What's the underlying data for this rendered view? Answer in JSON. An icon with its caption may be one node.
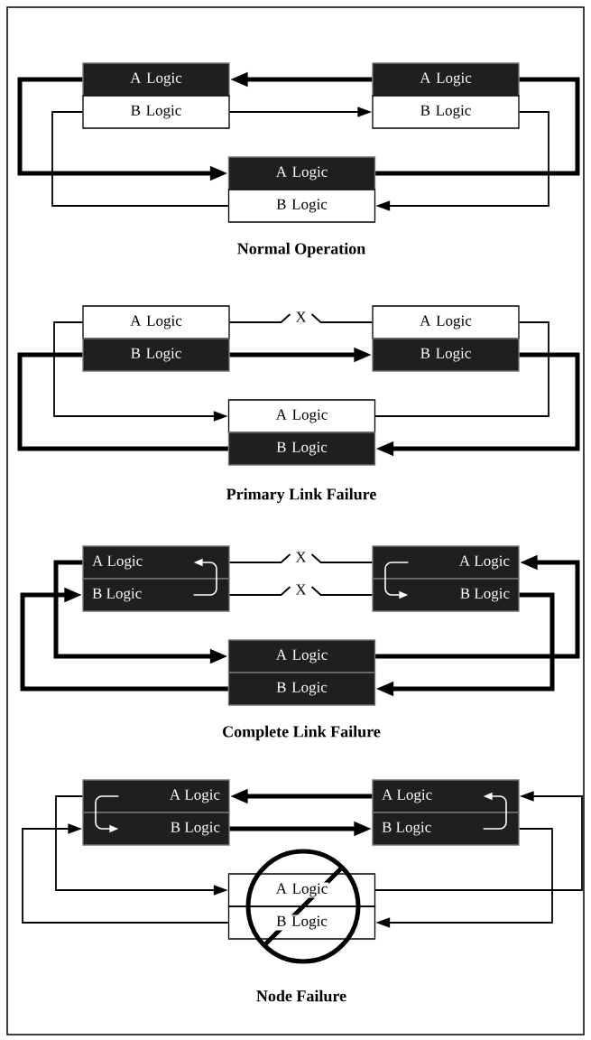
{
  "diagram": {
    "nodes": [
      {
        "text": [
          "A Logic"
        ]
      },
      {
        "text": [
          "B Logic"
        ]
      },
      {
        "text": [
          "A Logic"
        ]
      },
      {
        "text": [
          "B Logic"
        ]
      },
      {
        "text": [
          "A Logic"
        ]
      },
      {
        "text": [
          "B Logic"
        ]
      },
      {
        "text": [
          "A Logic"
        ]
      },
      {
        "text": [
          "B Logic"
        ]
      },
      {
        "text": [
          "A Logic"
        ]
      },
      {
        "text": [
          "B Logic"
        ]
      },
      {
        "text": [
          "A Logic"
        ]
      },
      {
        "text": [
          "B Logic"
        ]
      },
      {
        "text": [
          "A Logic"
        ]
      },
      {
        "text": [
          "B Logic"
        ]
      },
      {
        "text": [
          "A Logic"
        ]
      },
      {
        "text": [
          "B Logic"
        ]
      },
      {
        "text": [
          "A Logic"
        ]
      },
      {
        "text": [
          "B Logic"
        ]
      },
      {
        "text": [
          "A Logic"
        ]
      },
      {
        "text": [
          "B Logic"
        ]
      },
      {
        "text": [
          "A Logic"
        ]
      },
      {
        "text": [
          "B Logic"
        ]
      },
      {
        "text": [
          "A Logic"
        ]
      },
      {
        "text": [
          "B Logic"
        ]
      }
    ],
    "edges": [
      {
        "from": 2,
        "to": 0,
        "arrow": "to",
        "style": "thick"
      },
      {
        "from": 1,
        "to": 3,
        "arrow": "to"
      },
      {
        "from": 0,
        "to": 4,
        "arrow": "to",
        "style": "thick"
      },
      {
        "from": 4,
        "to": 2,
        "arrow": "none",
        "style": "thick"
      },
      {
        "from": 3,
        "to": 5,
        "arrow": "to"
      },
      {
        "from": 5,
        "to": 1,
        "arrow": "none"
      },
      {
        "from": 6,
        "to": 8,
        "arrow": "none",
        "label": "X"
      },
      {
        "from": 7,
        "to": 9,
        "arrow": "to",
        "style": "thick"
      },
      {
        "from": 9,
        "to": 11,
        "arrow": "to",
        "style": "thick"
      },
      {
        "from": 11,
        "to": 7,
        "arrow": "none",
        "style": "thick"
      },
      {
        "from": 6,
        "to": 10,
        "arrow": "to"
      },
      {
        "from": 10,
        "to": 8,
        "arrow": "none"
      },
      {
        "from": 12,
        "to": 14,
        "arrow": "none",
        "label": "X"
      },
      {
        "from": 13,
        "to": 15,
        "arrow": "none",
        "label": "X"
      },
      {
        "from": 13,
        "to": 12,
        "arrow": "to",
        "color": "#ffffff"
      },
      {
        "from": 14,
        "to": 15,
        "arrow": "to",
        "color": "#ffffff"
      },
      {
        "from": 12,
        "to": 16,
        "arrow": "to",
        "style": "thick"
      },
      {
        "from": 16,
        "to": 14,
        "arrow": "to",
        "style": "thick"
      },
      {
        "from": 15,
        "to": 17,
        "arrow": "to",
        "style": "thick"
      },
      {
        "from": 17,
        "to": 13,
        "arrow": "to",
        "style": "thick"
      },
      {
        "from": 20,
        "to": 18,
        "arrow": "to",
        "style": "thick"
      },
      {
        "from": 19,
        "to": 21,
        "arrow": "to",
        "style": "thick"
      },
      {
        "from": 18,
        "to": 19,
        "arrow": "to",
        "color": "#ffffff"
      },
      {
        "from": 21,
        "to": 20,
        "arrow": "to",
        "color": "#ffffff"
      },
      {
        "from": 18,
        "to": 22,
        "arrow": "to"
      },
      {
        "from": 22,
        "to": 20,
        "arrow": "to"
      },
      {
        "from": 21,
        "to": 23,
        "arrow": "to"
      },
      {
        "from": 23,
        "to": 19,
        "arrow": "to"
      }
    ],
    "labels": [
      "Normal Operation",
      "Primary Link Failure",
      "Complete Link Failure",
      "Node Failure"
    ]
  }
}
